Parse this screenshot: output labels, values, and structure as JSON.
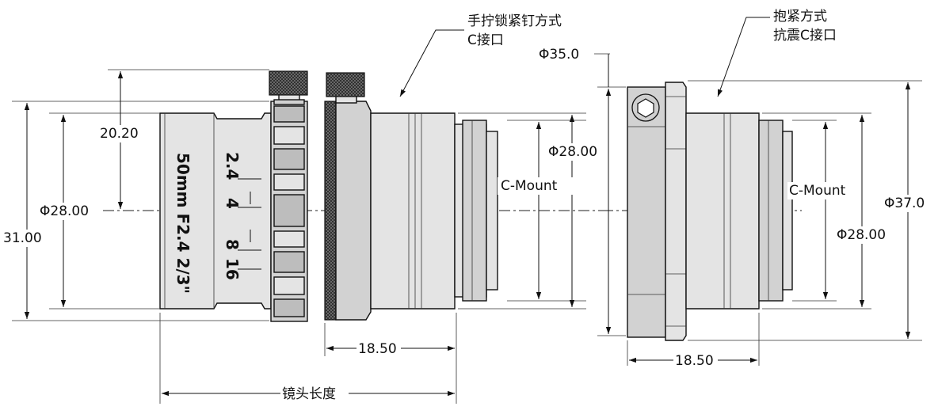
{
  "left_drawing": {
    "dim_31": "31.00",
    "dim_28": "Φ28.00",
    "dim_20": "20.20",
    "engraving_model": "50mm F2.4 2/3\"",
    "aperture_marks": [
      "2.4",
      "4",
      "8",
      "16"
    ],
    "callout_line1": "手拧锁紧钉方式",
    "callout_line2": "C接口",
    "mount_label": "C-Mount",
    "mount_dia": "Φ28.00",
    "flange_dim": "18.50",
    "lens_length_label": "镜头长度"
  },
  "right_drawing": {
    "dia_35": "Φ35.0",
    "callout_line1": "抱紧方式",
    "callout_line2": "抗震C接口",
    "mount_label": "C-Mount",
    "mount_dia": "Φ28.00",
    "dia_37": "Φ37.0",
    "flange_dim": "18.50"
  }
}
